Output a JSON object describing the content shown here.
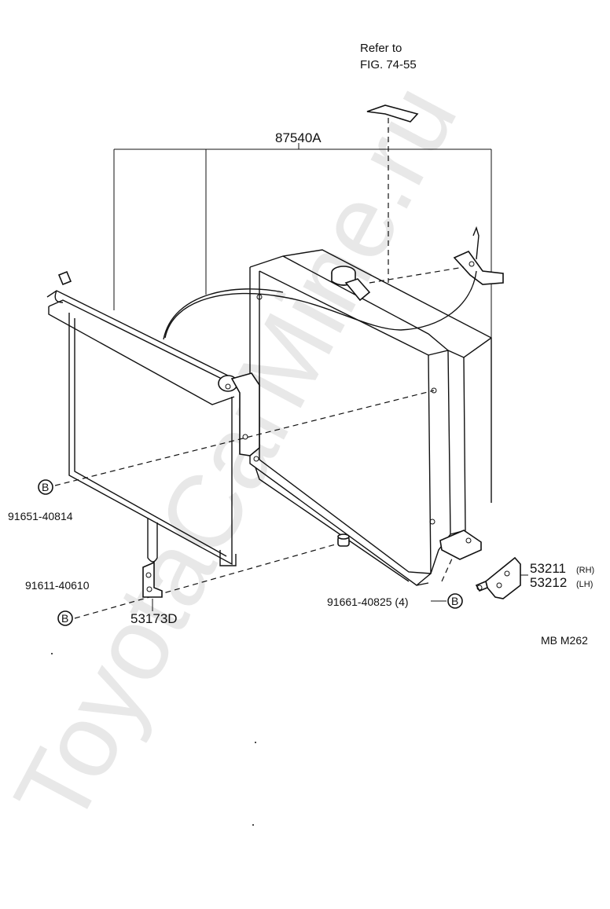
{
  "diagram": {
    "refer_line1": "Refer to",
    "refer_line2": "FIG. 74-55",
    "assembly_label": "87540A",
    "callouts": {
      "bolt_left_upper": "91651-40814",
      "bolt_left_lower": "91611-40610",
      "bracket_bottom": "53173D",
      "bolt_right": "91661-40825 (4)",
      "bracket_rh": "53211",
      "bracket_rh_suffix": "(RH)",
      "bracket_lh": "53212",
      "bracket_lh_suffix": "(LH)"
    },
    "marker_letter": "B",
    "figure_code": "MB  M262"
  },
  "watermark": {
    "text": "ToyotaCarMine.ru",
    "color": "#d9d9d9"
  }
}
